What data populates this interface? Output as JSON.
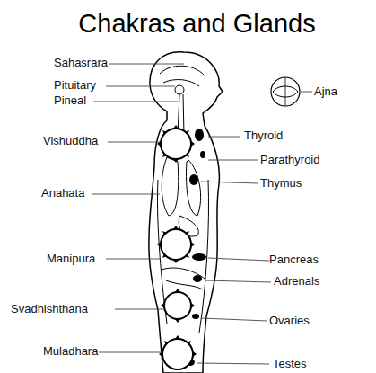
{
  "diagram": {
    "title": "Chakras and Glands",
    "labels": [
      "Sahasrara",
      "Pituitary",
      "Pineal",
      "Ajna",
      "Vishuddha",
      "Thyroid",
      "Parathyroid",
      "Thymus",
      "Anahata",
      "Manipura",
      "Pancreas",
      "Adrenals",
      "Svadhishthana",
      "Ovaries",
      "Muladhara",
      "Testes"
    ]
  }
}
